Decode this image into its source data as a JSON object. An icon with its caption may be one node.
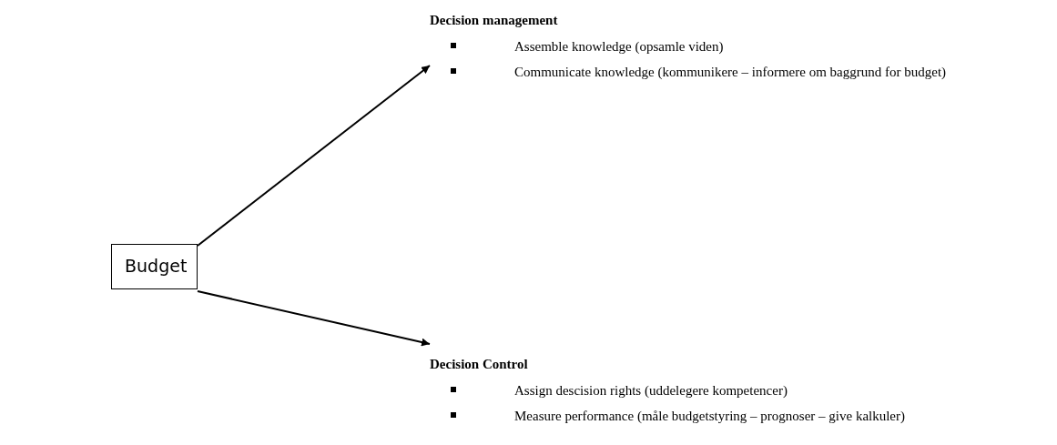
{
  "diagram": {
    "nodes": [
      {
        "text": [
          "Budget"
        ]
      },
      {
        "text": [
          "Decision management",
          "Assemble knowledge (opsamle viden)",
          "Communicate knowledge (kommunikere – informere om baggrund for budget)"
        ]
      },
      {
        "text": [
          "Decision Control",
          "Assign descision rights (uddelegere kompetencer)",
          "Measure performance (måle budgetstyring – prognoser – give kalkuler)"
        ]
      }
    ],
    "edges": [
      {
        "from": 0,
        "to": 1,
        "arrow": "to"
      },
      {
        "from": 0,
        "to": 2,
        "arrow": "to"
      }
    ]
  }
}
